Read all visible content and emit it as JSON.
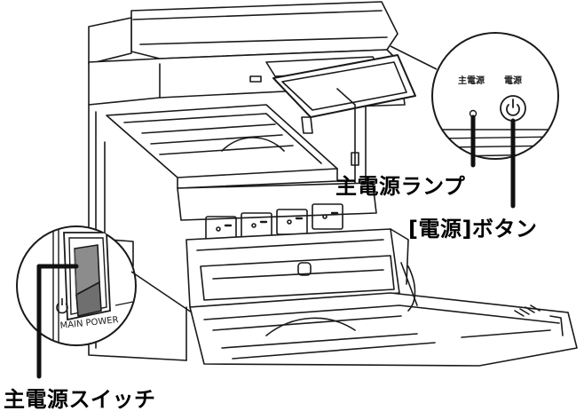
{
  "panel_labels": {
    "main_power": "主電源",
    "power": "電源"
  },
  "switch_label": "MAIN POWER",
  "callouts": {
    "main_power_lamp": "主電源ランプ",
    "power_button": "[電源]ボタン",
    "main_power_switch": "主電源スイッチ"
  },
  "icons": [
    "power-icon",
    "main-power-lamp-icon",
    "power-switch-rocker-icon"
  ],
  "colors": {
    "line": "#1a1a1a",
    "switch_fill": "#8c8c8c",
    "switch_shade": "#6f6f6f",
    "background": "#ffffff"
  }
}
